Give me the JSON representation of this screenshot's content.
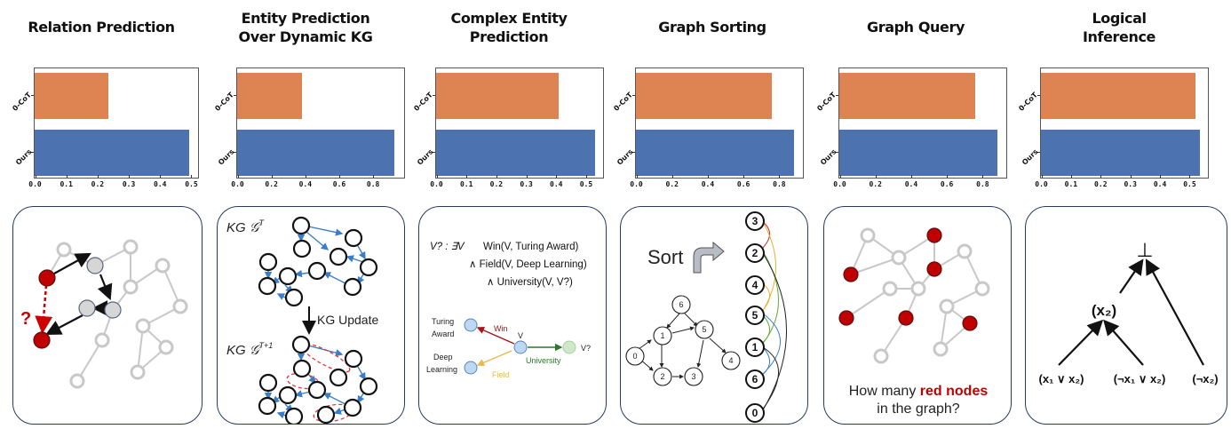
{
  "chart_data": [
    {
      "type": "bar",
      "orientation": "horizontal",
      "title": "Relation Prediction",
      "categories": [
        "0-CoT",
        "Ours"
      ],
      "values": [
        0.235,
        0.495
      ],
      "xticks": [
        "0.0",
        "0.1",
        "0.2",
        "0.3",
        "0.4",
        "0.5"
      ],
      "xlim": [
        0,
        0.52
      ],
      "colors": [
        "#dd8452",
        "#4c72b0"
      ]
    },
    {
      "type": "bar",
      "orientation": "horizontal",
      "title": "Entity Prediction Over Dynamic KG",
      "categories": [
        "0-CoT",
        "Ours"
      ],
      "values": [
        0.38,
        0.93
      ],
      "xticks": [
        "0.0",
        "0.2",
        "0.4",
        "0.6",
        "0.8"
      ],
      "xlim": [
        0,
        0.98
      ],
      "colors": [
        "#dd8452",
        "#4c72b0"
      ]
    },
    {
      "type": "bar",
      "orientation": "horizontal",
      "title": "Complex Entity Prediction",
      "categories": [
        "0-CoT",
        "Ours"
      ],
      "values": [
        0.41,
        0.53
      ],
      "xticks": [
        "0.0",
        "0.1",
        "0.2",
        "0.3",
        "0.4",
        "0.5"
      ],
      "xlim": [
        0,
        0.555
      ],
      "colors": [
        "#dd8452",
        "#4c72b0"
      ]
    },
    {
      "type": "bar",
      "orientation": "horizontal",
      "title": "Graph Sorting",
      "categories": [
        "0-CoT",
        "Ours"
      ],
      "values": [
        0.76,
        0.885
      ],
      "xticks": [
        "0.0",
        "0.2",
        "0.4",
        "0.6",
        "0.8"
      ],
      "xlim": [
        0,
        0.93
      ],
      "colors": [
        "#dd8452",
        "#4c72b0"
      ]
    },
    {
      "type": "bar",
      "orientation": "horizontal",
      "title": "Graph Query",
      "categories": [
        "0-CoT",
        "Ours"
      ],
      "values": [
        0.76,
        0.885
      ],
      "xticks": [
        "0.0",
        "0.2",
        "0.4",
        "0.6",
        "0.8"
      ],
      "xlim": [
        0,
        0.93
      ],
      "colors": [
        "#dd8452",
        "#4c72b0"
      ]
    },
    {
      "type": "bar",
      "orientation": "horizontal",
      "title": "Logical Inference",
      "categories": [
        "0-CoT",
        "Ours"
      ],
      "values": [
        0.52,
        0.535
      ],
      "xticks": [
        "0.0",
        "0.1",
        "0.2",
        "0.3",
        "0.4",
        "0.5"
      ],
      "xlim": [
        0,
        0.56
      ],
      "colors": [
        "#dd8452",
        "#4c72b0"
      ]
    }
  ],
  "columns": [
    {
      "title_lines": [
        "Relation Prediction"
      ]
    },
    {
      "title_lines": [
        "Entity Prediction",
        "Over Dynamic KG"
      ]
    },
    {
      "title_lines": [
        "Complex Entity",
        "Prediction"
      ]
    },
    {
      "title_lines": [
        "Graph Sorting"
      ]
    },
    {
      "title_lines": [
        "Graph Query"
      ]
    },
    {
      "title_lines": [
        "Logical",
        "Inference"
      ]
    }
  ],
  "panels": {
    "relation": {
      "question_mark": "?"
    },
    "dynamic_kg": {
      "label_top": "KG 𝒢",
      "sup_top": "T",
      "label_bottom": "KG 𝒢",
      "sup_bottom": "T+1",
      "update_label": "KG Update"
    },
    "complex": {
      "formula_line1_left": "V? : ∃V",
      "formula_line1": "Win(V, Turing Award)",
      "formula_line2": "∧ Field(V, Deep Learning)",
      "formula_line3": "∧ University(V, V?)",
      "node_turing": "Turing Award",
      "node_turing_l1": "Turing",
      "node_turing_l2": "Award",
      "node_deep_l1": "Deep",
      "node_deep_l2": "Learning",
      "node_v": "V",
      "node_vq": "V?",
      "edge_win": "Win",
      "edge_field": "Field",
      "edge_university": "University"
    },
    "sorting": {
      "sort_label": "Sort",
      "graph_nodes": [
        "6",
        "1",
        "5",
        "0",
        "2",
        "3",
        "4"
      ],
      "sorted_order": [
        "3",
        "2",
        "4",
        "5",
        "1",
        "6",
        "0"
      ]
    },
    "query": {
      "question_prefix": "How many ",
      "question_highlight": "red nodes",
      "question_suffix": "in the graph?"
    },
    "logic": {
      "bottom": "⊥",
      "mid": "(x₂)",
      "leaf1": "(x₁ ∨ x₂)",
      "leaf2": "(¬x₁ ∨ x₂)",
      "leaf3": "(¬x₂)"
    }
  }
}
